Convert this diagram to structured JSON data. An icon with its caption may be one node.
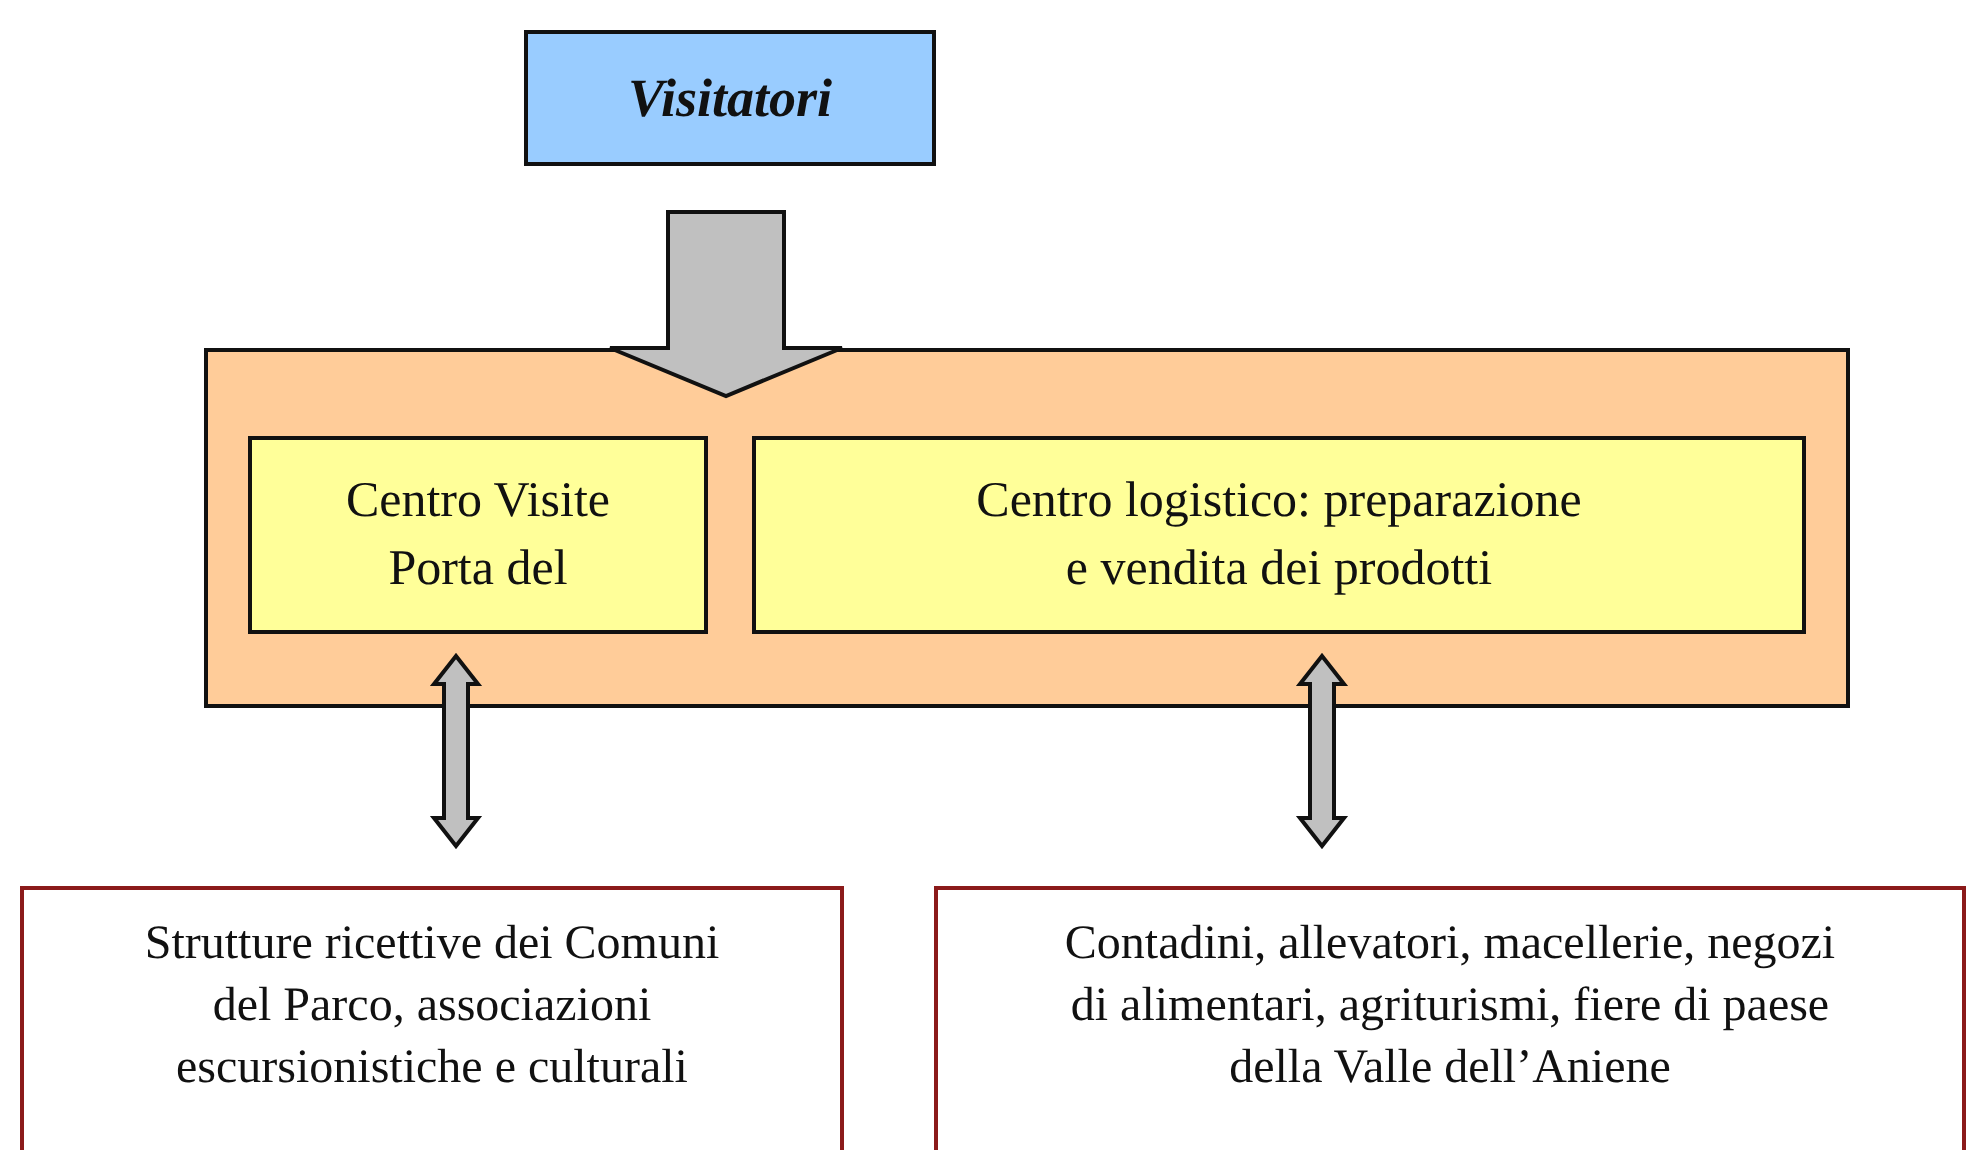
{
  "diagram": {
    "nodes": [
      {
        "text": [
          "Visitatori"
        ]
      },
      {
        "text": [],
        "shape": "box"
      },
      {
        "text": [
          "Centro Visite Porta del"
        ],
        "in": 1
      },
      {
        "text": [
          "Centro logistico: preparazione e vendita dei prodotti"
        ],
        "in": 1
      },
      {
        "text": [
          "Strutture ricettive dei Comuni del Parco, associazioni escursionistiche e culturali"
        ]
      },
      {
        "text": [
          "Contadini, allevatori, macellerie, negozi di alimentari, agriturismi, fiere di paese della Valle dell’Aniene"
        ]
      }
    ],
    "edges": [
      {
        "from": 0,
        "to": 1,
        "arrow": "to"
      },
      {
        "from": 2,
        "to": 4,
        "arrow": "both"
      },
      {
        "from": 3,
        "to": 5,
        "arrow": "both"
      }
    ]
  }
}
